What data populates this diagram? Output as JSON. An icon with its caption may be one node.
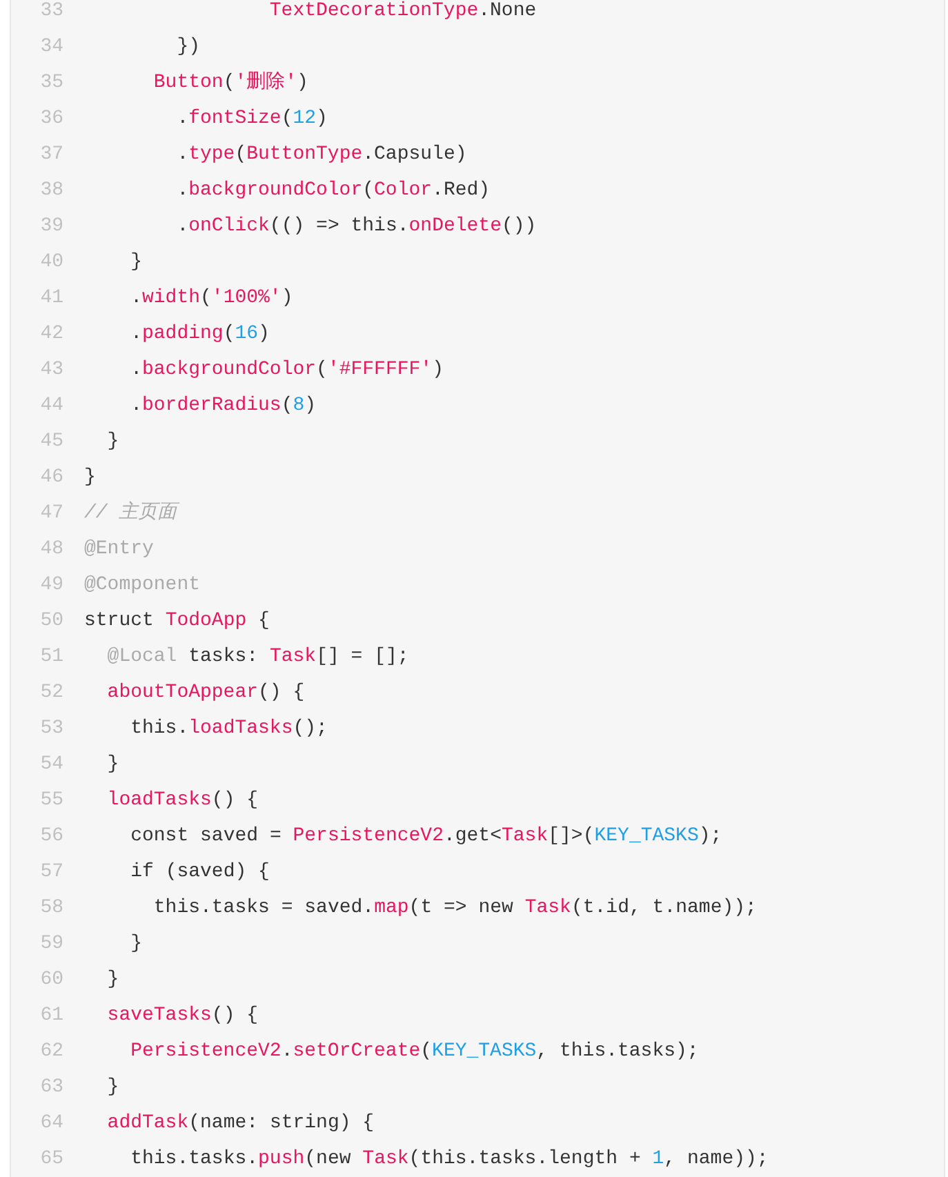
{
  "diagram": {
    "labels": [
      "33",
      "TextDecorationType.None",
      "34",
      "})",
      "35",
      "Button('删除')",
      "36",
      ".fontSize(12)",
      "37",
      ".type(ButtonType.Capsule)",
      "38",
      ".backgroundColor(Color.Red)",
      "39",
      ".onClick(() => this.onDelete())",
      "40",
      "}",
      "41",
      ".width('100%')",
      "42",
      ".padding(16)",
      "43",
      ".backgroundColor('#FFFFFF')",
      "44",
      ".borderRadius(8)",
      "45",
      "}",
      "46",
      "}",
      "47",
      "// 主页面",
      "48",
      "@Entry",
      "49",
      "@Component",
      "50",
      "struct TodoApp {",
      "51",
      "@Local tasks: Task[] = [];",
      "52",
      "aboutToAppear() {",
      "53",
      "this.loadTasks();",
      "54",
      "}",
      "55",
      "loadTasks() {",
      "56",
      "const saved = PersistenceV2.get<Task[]>(KEY_TASKS);",
      "57",
      "if (saved) {",
      "58",
      "this.tasks = saved.map(t => new Task(t.id, t.name));",
      "59",
      "}",
      "60",
      "}",
      "61",
      "saveTasks() {",
      "62",
      "PersistenceV2.setOrCreate(KEY_TASKS, this.tasks);",
      "63",
      "}",
      "64",
      "addTask(name: string) {",
      "65",
      "this.tasks.push(new Task(this.tasks.length + 1, name));"
    ]
  }
}
